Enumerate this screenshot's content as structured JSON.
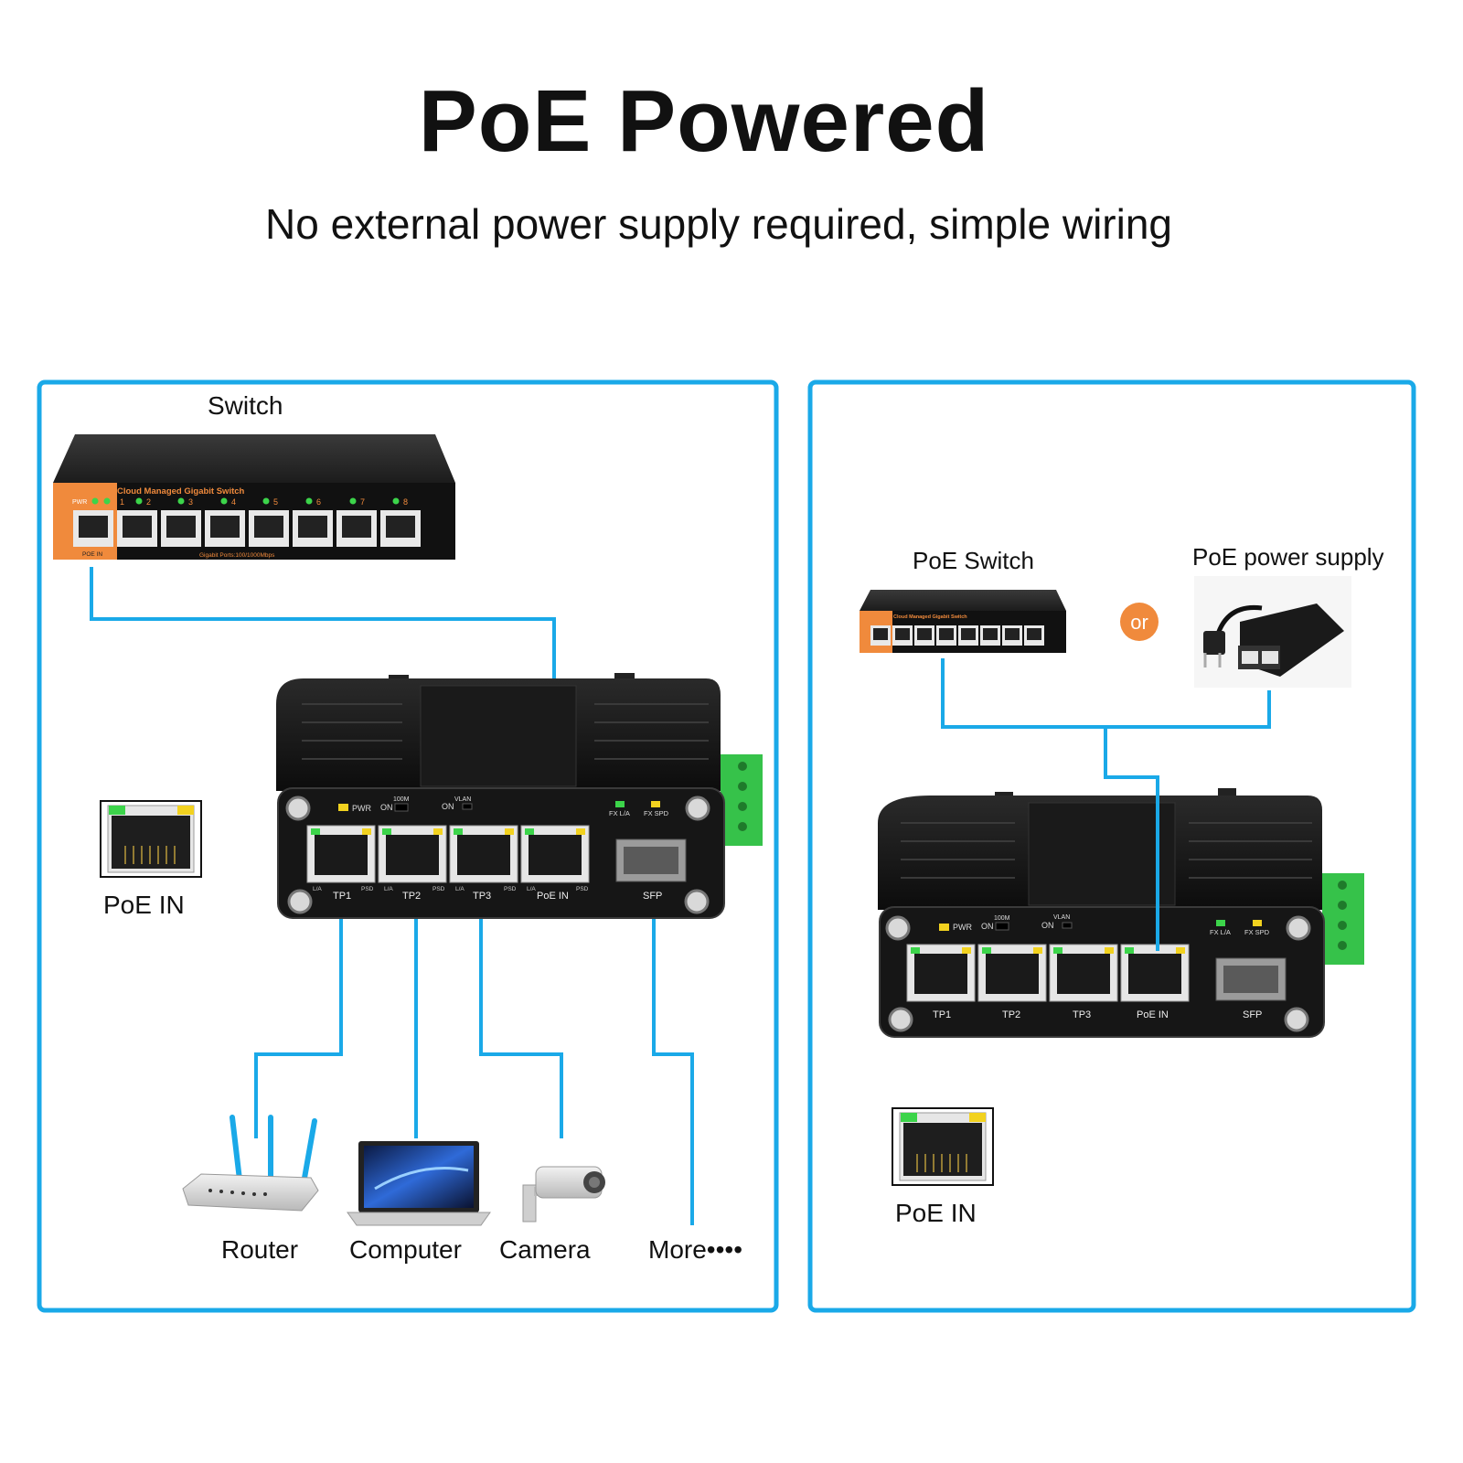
{
  "header": {
    "title": "PoE Powered",
    "subtitle": "No external power supply required, simple wiring"
  },
  "left_panel": {
    "switch_label": "Switch",
    "switch_panel_text": "Cloud Managed Gigabit Switch",
    "switch_port_numbers": [
      "1",
      "2",
      "3",
      "4",
      "5",
      "6",
      "7",
      "8"
    ],
    "switch_pwr": "PWR",
    "switch_poe_in": "POE IN",
    "switch_footer": "Gigabit Ports:100/1000Mbps",
    "poe_in_label": "PoE IN",
    "device_ports": [
      "TP1",
      "TP2",
      "TP3",
      "PoE IN",
      "SFP"
    ],
    "device_led_labels": {
      "pwr": "PWR",
      "speed": "100M",
      "on1": "ON",
      "vlan": "VLAN",
      "on2": "ON",
      "fx_la": "FX L/A",
      "fx_spd": "FX SPD",
      "la": "L/A",
      "psd": "PSD"
    },
    "endpoints": [
      "Router",
      "Computer",
      "Camera",
      "More••••"
    ]
  },
  "right_panel": {
    "poe_switch_label": "PoE Switch",
    "or_label": "or",
    "poe_supply_label": "PoE power supply",
    "poe_in_label": "PoE IN"
  },
  "colors": {
    "border_blue": "#1aa9e8",
    "line_blue": "#1aa9e8",
    "orange": "#f08a3c",
    "led_green": "#3cd44a",
    "led_yellow": "#f2d21f",
    "terminal_green": "#36c24a",
    "device_black": "#141414"
  }
}
